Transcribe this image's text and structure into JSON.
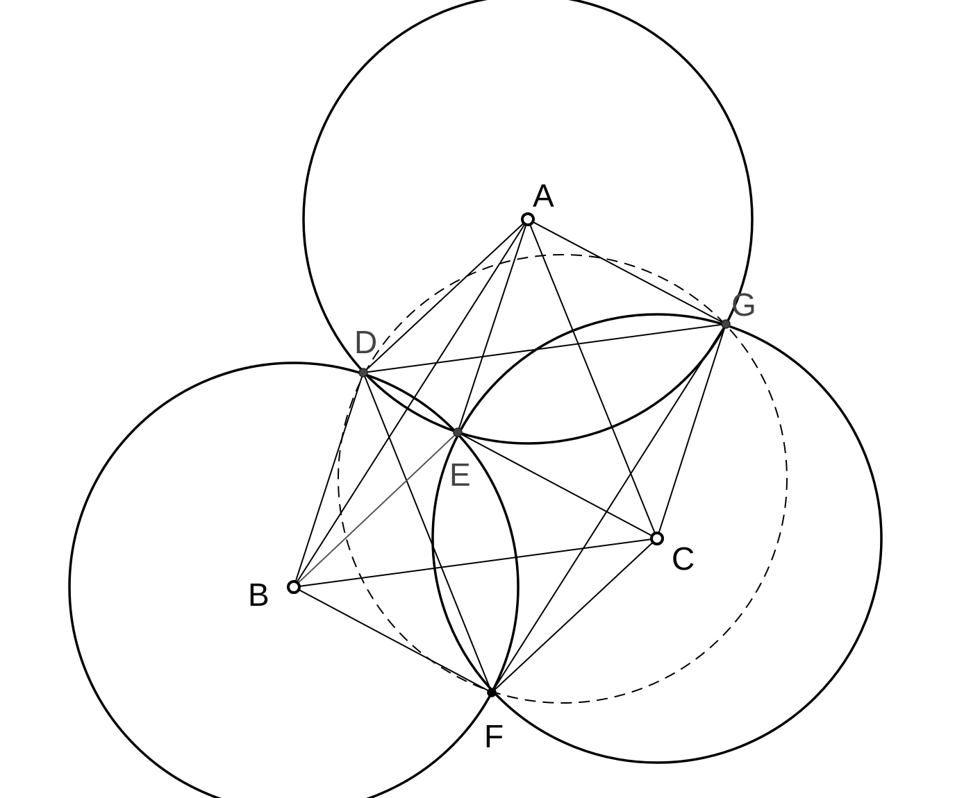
{
  "labels": {
    "A": "A",
    "B": "B",
    "C": "C",
    "D": "D",
    "E": "E",
    "F": "F",
    "G": "G"
  }
}
